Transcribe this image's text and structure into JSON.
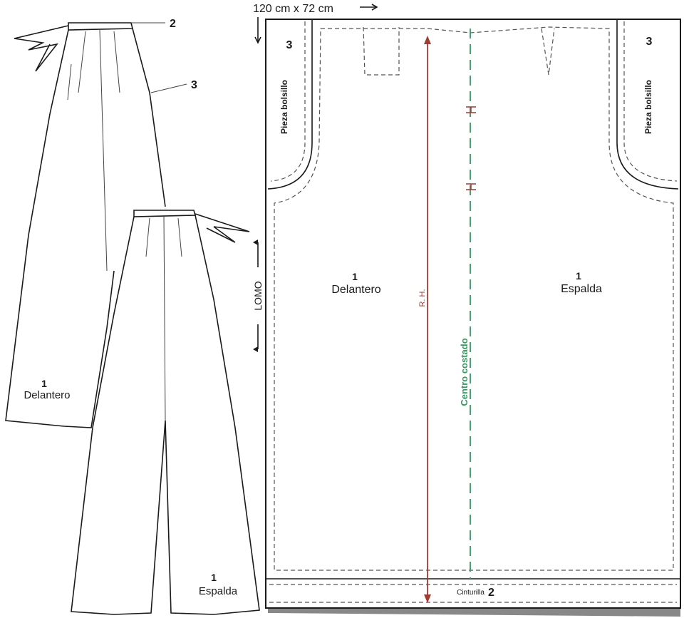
{
  "dimensions_label": "120 cm x 72 cm",
  "illustration": {
    "front": {
      "number": "1",
      "name": "Delantero"
    },
    "back": {
      "number": "1",
      "name": "Espalda"
    },
    "callout_waistband": "2",
    "callout_pocket": "3",
    "fold_label": "LOMO"
  },
  "pattern": {
    "pocket_left": {
      "number": "3",
      "name": "Pieza bolsillo"
    },
    "pocket_right": {
      "number": "3",
      "name": "Pieza bolsillo"
    },
    "front": {
      "number": "1",
      "name": "Delantero"
    },
    "back": {
      "number": "1",
      "name": "Espalda"
    },
    "rh_label": "R. H.",
    "side_center_label": "Centro costado",
    "waistband": {
      "name": "Cinturilla",
      "number": "2"
    }
  },
  "colors": {
    "rh_line": "#a33a32",
    "side_center_line": "#2e9a5e"
  }
}
